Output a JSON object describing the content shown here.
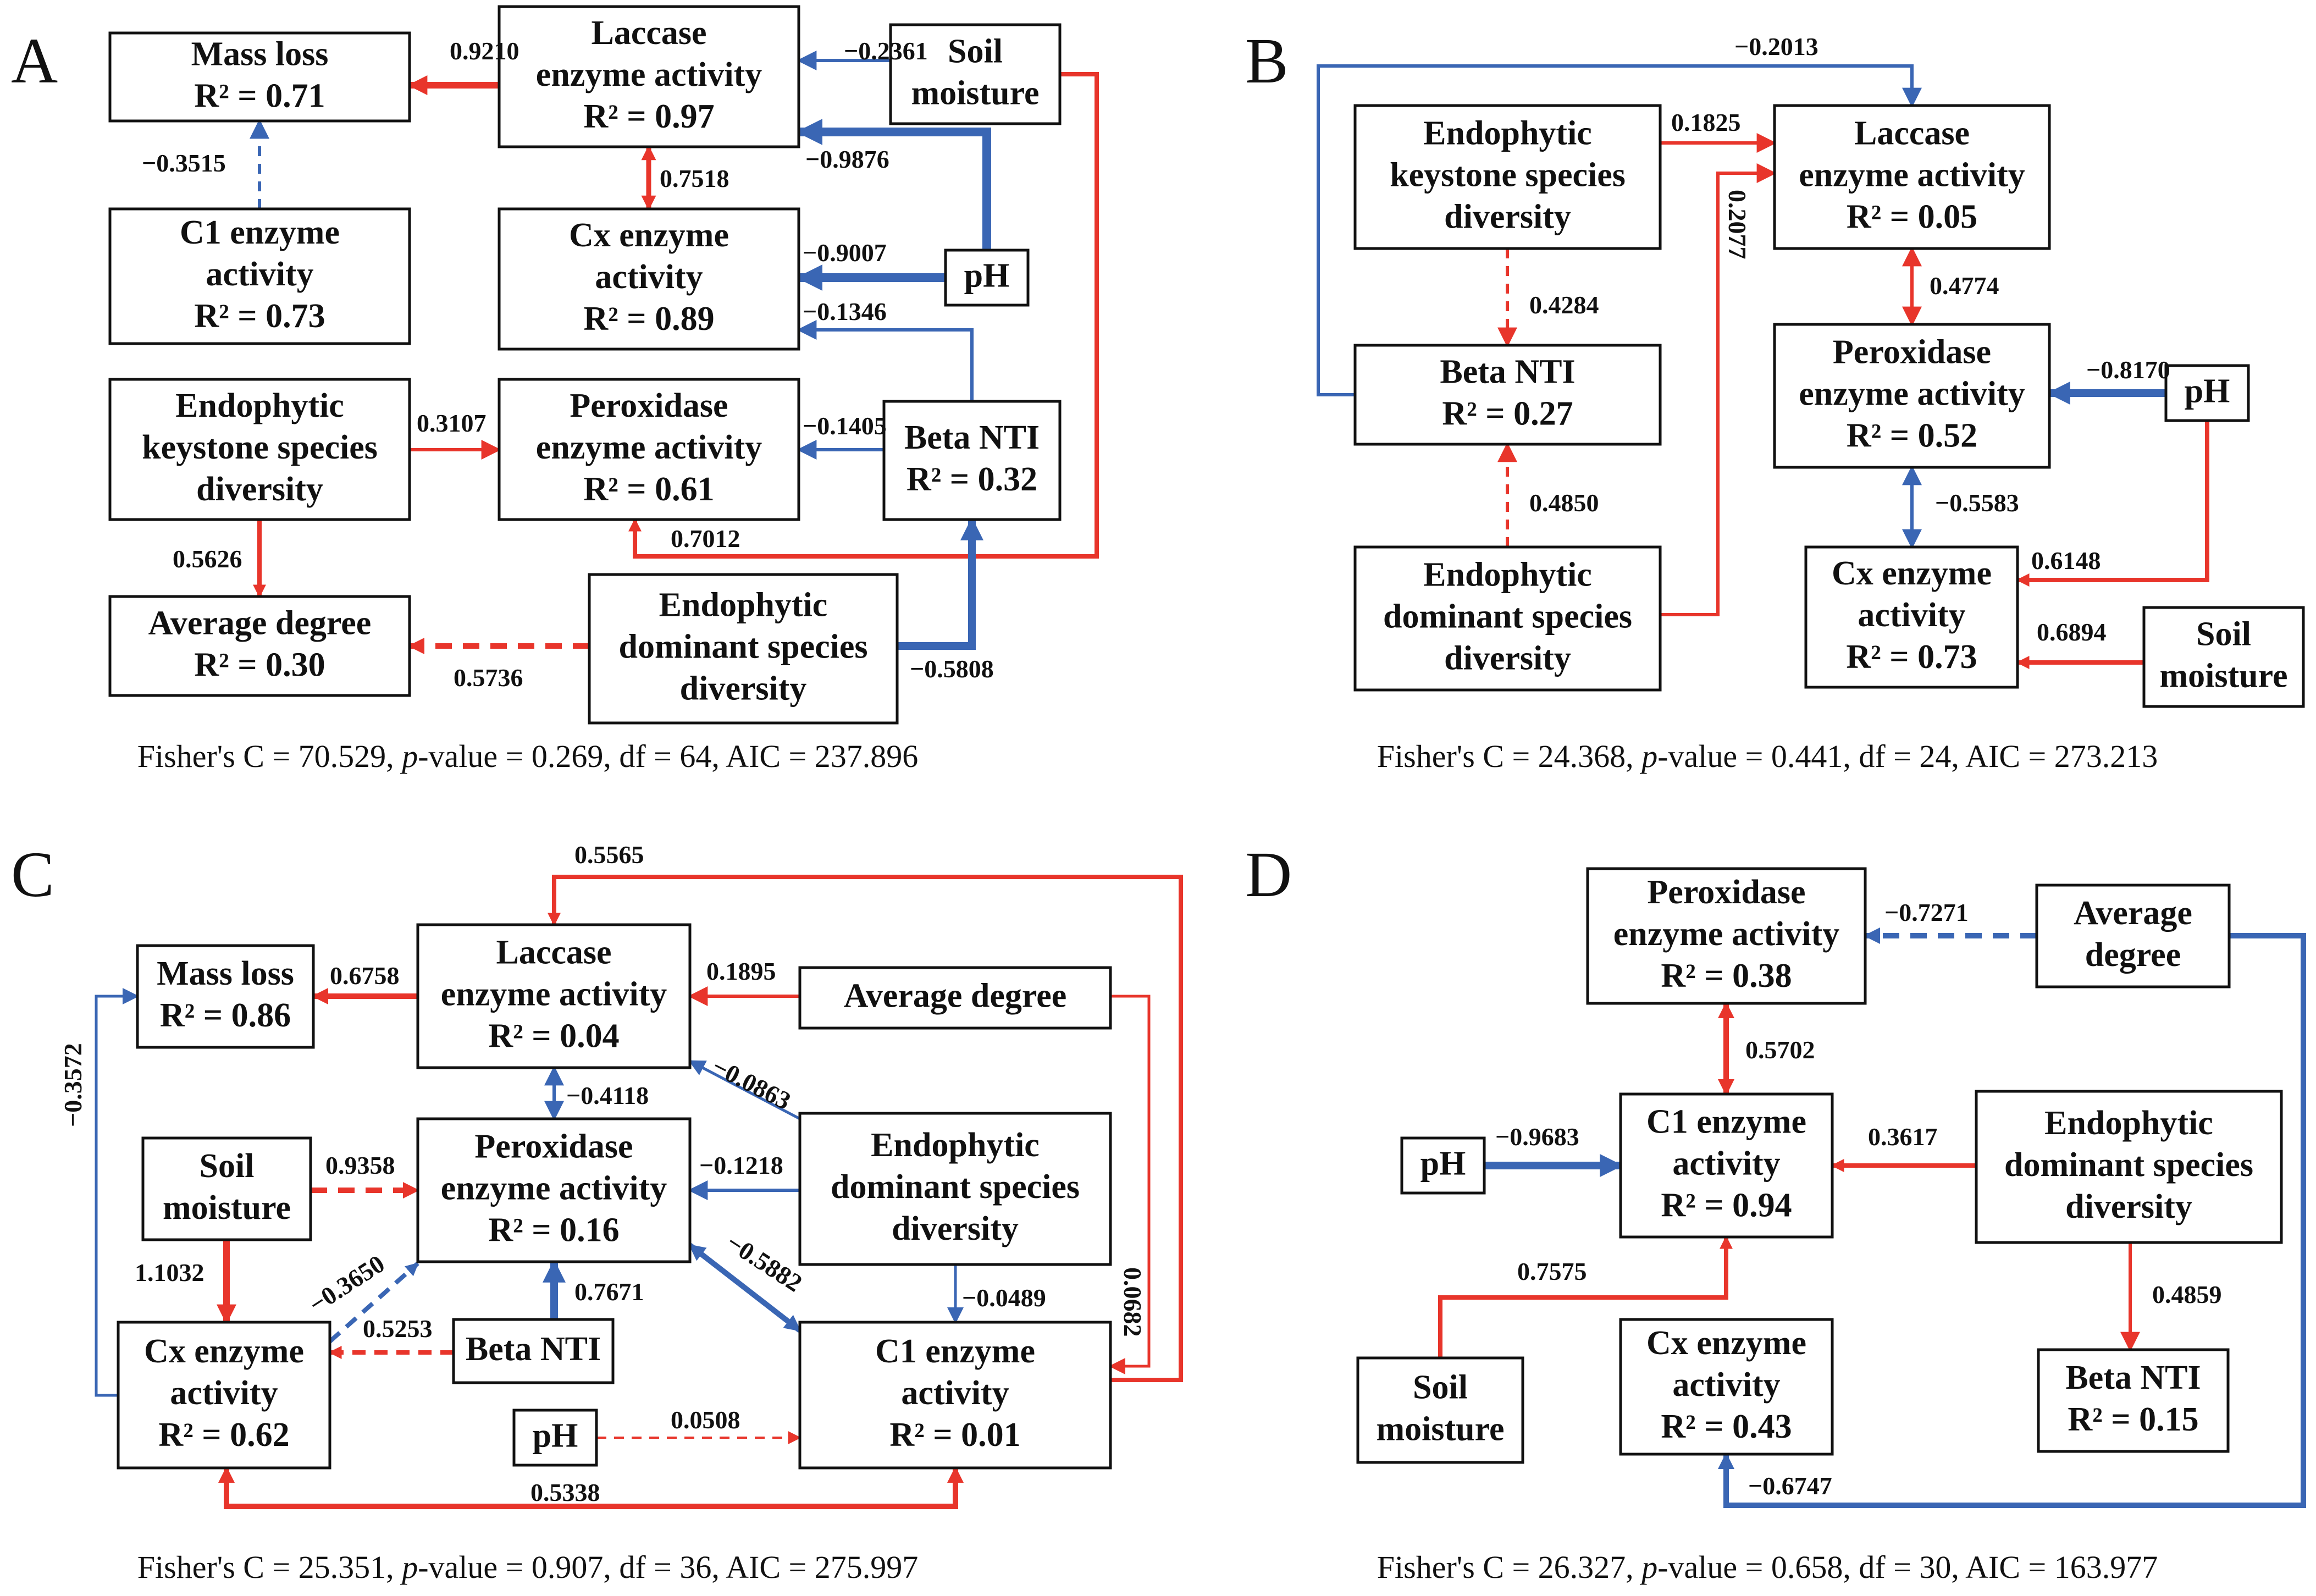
{
  "colors": {
    "positive": "#e8352b",
    "negative": "#3a66b4",
    "box_border": "#111111",
    "text": "#111111"
  },
  "panels": [
    {
      "letter": "A",
      "nodes": {
        "massloss": [
          "Mass loss",
          "R² = 0.71"
        ],
        "laccase": [
          "Laccase",
          "enzyme activity",
          "R² = 0.97"
        ],
        "soil": [
          "Soil",
          "moisture"
        ],
        "c1": [
          "C1 enzyme",
          "activity",
          "R² = 0.73"
        ],
        "cx": [
          "Cx enzyme",
          "activity",
          "R² = 0.89"
        ],
        "ph": [
          "pH"
        ],
        "endokey": [
          "Endophytic",
          "keystone species",
          "diversity"
        ],
        "perox": [
          "Peroxidase",
          "enzyme activity",
          "R² = 0.61"
        ],
        "beta": [
          "Beta NTI",
          "R² = 0.32"
        ],
        "avgdeg": [
          "Average degree",
          "R² = 0.30"
        ],
        "endodom": [
          "Endophytic",
          "dominant species",
          "diversity"
        ]
      },
      "coefficients": {
        "lac_mass": "0.9210",
        "soil_lac": "−0.2361",
        "c1_mass": "−0.3515",
        "lac_cx": "0.7518",
        "ph_lac": "−0.9876",
        "ph_cx": "−0.9007",
        "beta_cx": "−0.1346",
        "key_perox": "0.3107",
        "beta_perox": "−0.1405",
        "soil_perox": "0.7012",
        "key_avg": "0.5626",
        "dom_avg": "0.5736",
        "dom_beta": "−0.5808"
      },
      "fit": "Fisher's C = 70.529, p-value = 0.269, df = 64, AIC = 237.896"
    },
    {
      "letter": "B",
      "nodes": {
        "endokey": [
          "Endophytic",
          "keystone species",
          "diversity"
        ],
        "laccase": [
          "Laccase",
          "enzyme activity",
          "R² = 0.05"
        ],
        "beta": [
          "Beta NTI",
          "R² = 0.27"
        ],
        "perox": [
          "Peroxidase",
          "enzyme activity",
          "R² = 0.52"
        ],
        "ph": [
          "pH"
        ],
        "endodom": [
          "Endophytic",
          "dominant species",
          "diversity"
        ],
        "cx": [
          "Cx enzyme",
          "activity",
          "R² = 0.73"
        ],
        "soil": [
          "Soil",
          "moisture"
        ]
      },
      "coefficients": {
        "beta_lac": "−0.2013",
        "key_lac": "0.1825",
        "dom_lac": "0.2077",
        "key_beta": "0.4284",
        "dom_beta": "0.4850",
        "lac_perox": "0.4774",
        "ph_perox": "−0.8170",
        "perox_cx": "−0.5583",
        "ph_cx": "0.6148",
        "soil_cx": "0.6894"
      },
      "fit": "Fisher's C = 24.368, p-value = 0.441, df = 24, AIC = 273.213"
    },
    {
      "letter": "C",
      "nodes": {
        "massloss": [
          "Mass loss",
          "R² = 0.86"
        ],
        "laccase": [
          "Laccase",
          "enzyme activity",
          "R² = 0.04"
        ],
        "avgdeg": [
          "Average degree"
        ],
        "soil": [
          "Soil",
          "moisture"
        ],
        "perox": [
          "Peroxidase",
          "enzyme activity",
          "R² = 0.16"
        ],
        "endodom": [
          "Endophytic",
          "dominant species",
          "diversity"
        ],
        "cx": [
          "Cx enzyme",
          "activity",
          "R² = 0.62"
        ],
        "beta": [
          "Beta NTI"
        ],
        "ph": [
          "pH"
        ],
        "c1": [
          "C1 enzyme",
          "activity",
          "R² = 0.01"
        ]
      },
      "coefficients": {
        "c1_lac_top": "0.5565",
        "lac_mass": "0.6758",
        "avg_lac": "0.1895",
        "cx_mass": "−0.3572",
        "lac_perox": "−0.4118",
        "dom_lac": "−0.0863",
        "soil_perox": "0.9358",
        "dom_perox": "−0.1218",
        "soil_cx": "1.1032",
        "cx_perox": "−0.3650",
        "beta_perox": "0.7671",
        "perox_c1": "−0.5882",
        "dom_c1": "−0.0489",
        "avg_c1": "0.0682",
        "beta_cx": "0.5253",
        "ph_c1": "0.0508",
        "cx_c1": "0.5338"
      },
      "fit": "Fisher's C = 25.351, p-value = 0.907, df = 36, AIC = 275.997"
    },
    {
      "letter": "D",
      "nodes": {
        "perox": [
          "Peroxidase",
          "enzyme activity",
          "R² = 0.38"
        ],
        "avgdeg": [
          "Average",
          "degree"
        ],
        "ph": [
          "pH"
        ],
        "c1": [
          "C1 enzyme",
          "activity",
          "R² = 0.94"
        ],
        "endodom": [
          "Endophytic",
          "dominant species",
          "diversity"
        ],
        "soil": [
          "Soil",
          "moisture"
        ],
        "cx": [
          "Cx enzyme",
          "activity",
          "R² = 0.43"
        ],
        "beta": [
          "Beta NTI",
          "R² = 0.15"
        ]
      },
      "coefficients": {
        "avg_perox": "−0.7271",
        "perox_c1": "0.5702",
        "ph_c1": "−0.9683",
        "dom_c1": "0.3617",
        "soil_c1": "0.7575",
        "dom_beta": "0.4859",
        "avg_cx": "−0.6747"
      },
      "fit": "Fisher's C = 26.327, p-value = 0.658, df = 30, AIC = 163.977"
    }
  ]
}
